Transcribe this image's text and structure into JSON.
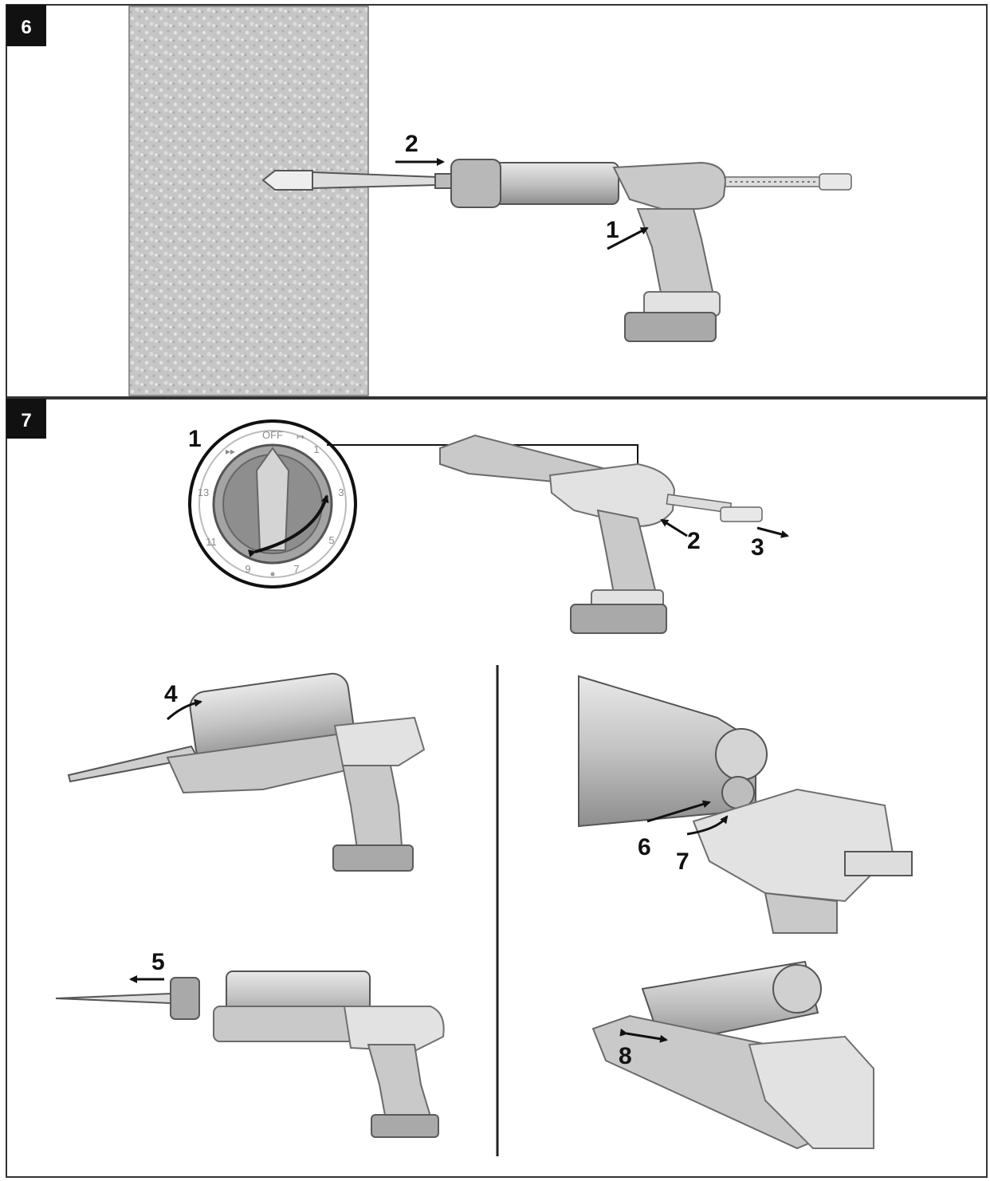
{
  "panels": {
    "p6": {
      "number": "6"
    },
    "p7": {
      "number": "7"
    }
  },
  "callouts": {
    "p6_1": "1",
    "p6_2": "2",
    "p7_1": "1",
    "p7_2": "2",
    "p7_3": "3",
    "p7_4": "4",
    "p7_5": "5",
    "p7_6": "6",
    "p7_7": "7",
    "p7_8": "8"
  },
  "dial": {
    "off": "OFF",
    "n1": "1",
    "n3": "3",
    "n5": "5",
    "n7": "7",
    "n9": "9",
    "n11": "11",
    "n13": "13"
  },
  "colors": {
    "badge": "#111111",
    "wall": "#c4c4c4",
    "tool": "#c9c9c9"
  }
}
